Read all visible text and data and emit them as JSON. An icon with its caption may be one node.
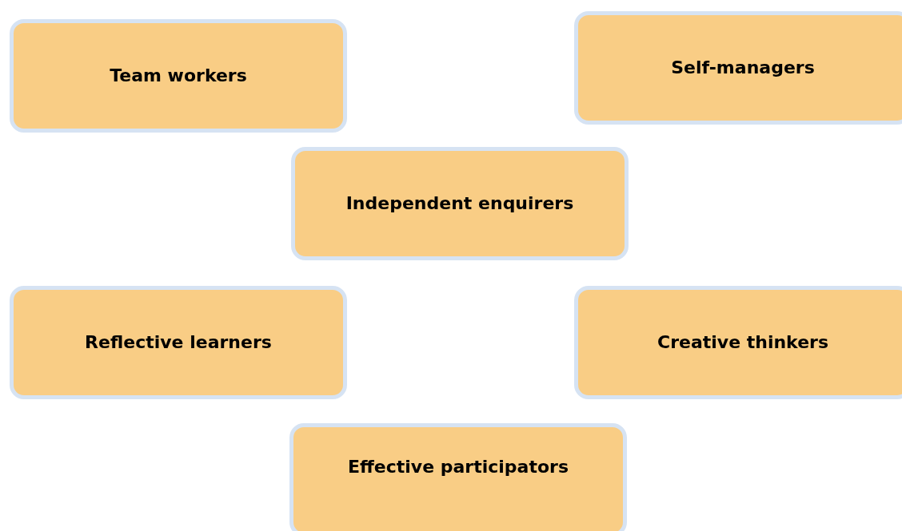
{
  "diagram": {
    "nodes": [
      {
        "text": [
          "Team workers"
        ]
      },
      {
        "text": [
          "Self-managers"
        ]
      },
      {
        "text": [
          "Independent enquirers"
        ]
      },
      {
        "text": [
          "Reflective learners"
        ]
      },
      {
        "text": [
          "Creative thinkers"
        ]
      },
      {
        "text": [
          "Effective participators"
        ]
      }
    ]
  }
}
